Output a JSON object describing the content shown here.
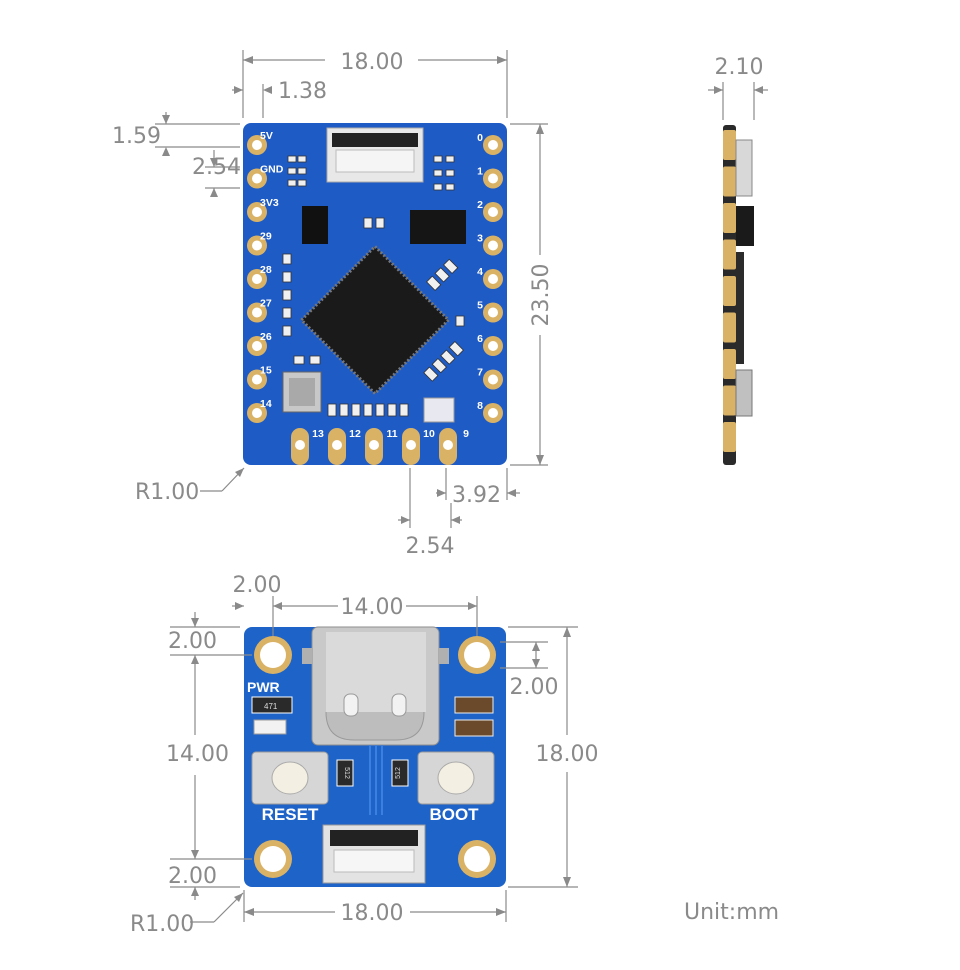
{
  "top_view": {
    "dims": {
      "width": "18.00",
      "pin_offset": "1.38",
      "top_offset": "1.59",
      "pin_pitch_left": "2.54",
      "height": "23.50",
      "corner_radius": "R1.00",
      "bottom_offset": "3.92",
      "pin_pitch_bottom": "2.54"
    },
    "left_pins": [
      "5V",
      "GND",
      "3V3",
      "29",
      "28",
      "27",
      "26",
      "15",
      "14"
    ],
    "right_pins": [
      "0",
      "1",
      "2",
      "3",
      "4",
      "5",
      "6",
      "7",
      "8"
    ],
    "bottom_pins": [
      "13",
      "12",
      "11",
      "10",
      "9"
    ]
  },
  "side_view": {
    "dims": {
      "thickness": "2.10"
    }
  },
  "adapter_view": {
    "dims": {
      "hole_offset_x": "2.00",
      "hole_spacing_x": "14.00",
      "hole_offset_top": "2.00",
      "hole_spacing_y": "14.00",
      "hole_offset_bottom": "2.00",
      "right_hole_offset": "2.00",
      "height": "18.00",
      "width": "18.00",
      "corner_radius": "R1.00"
    },
    "labels": {
      "pwr": "PWR",
      "reset": "RESET",
      "boot": "BOOT",
      "resistor_top": "471",
      "resistor_left": "512",
      "resistor_right": "512"
    }
  },
  "unit_label": "Unit:mm",
  "colors": {
    "pcb_blue": "#1f5bc4",
    "adapter_blue": "#1e63c8",
    "gold": "#d9b266",
    "dim_gray": "#8a8a8a"
  }
}
